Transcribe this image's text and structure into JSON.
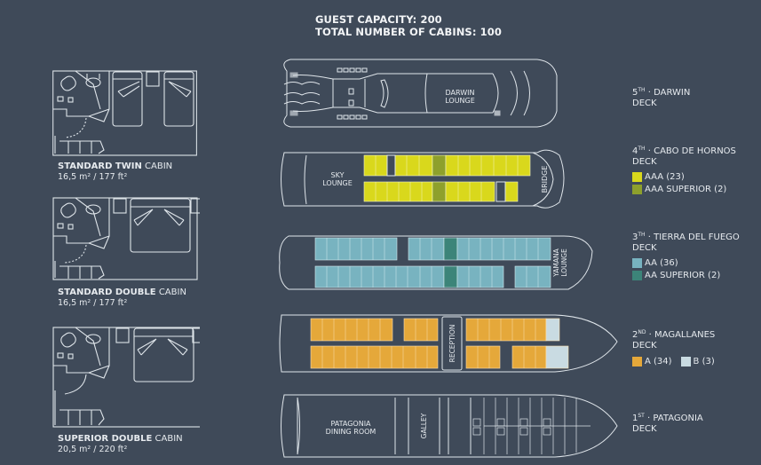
{
  "header": {
    "guest_capacity": "GUEST CAPACITY: 200",
    "total_cabins": "TOTAL NUMBER OF CABINS: 100"
  },
  "colors": {
    "background": "#3f4a59",
    "line": "#dfe5ea",
    "aaa": "#d9d81c",
    "aaa_superior": "#8ea02c",
    "aa": "#78b3c0",
    "aa_superior": "#3c8479",
    "a": "#e5a83a",
    "b": "#c9dbe2"
  },
  "cabins": [
    {
      "type_bold": "STANDARD TWIN",
      "type_suffix": "CABIN",
      "size": "16,5 m² / 177 ft²"
    },
    {
      "type_bold": "STANDARD DOUBLE",
      "type_suffix": "CABIN",
      "size": "16,5 m² / 177 ft²"
    },
    {
      "type_bold": "SUPERIOR DOUBLE",
      "type_suffix": "CABIN",
      "size": "20,5 m² / 220 ft²"
    }
  ],
  "decks": [
    {
      "ordinal": "5",
      "ordinal_suffix": "TH",
      "name": "DARWIN",
      "deck_word": "DECK",
      "rooms": [
        "DARWIN",
        "LOUNGE"
      ],
      "legend": []
    },
    {
      "ordinal": "4",
      "ordinal_suffix": "TH",
      "name": "CABO DE HORNOS",
      "deck_word": "DECK",
      "rooms": [
        "SKY",
        "LOUNGE",
        "BRIDGE"
      ],
      "legend": [
        {
          "label": "AAA (23)",
          "color": "#d9d81c"
        },
        {
          "label": "AAA SUPERIOR (2)",
          "color": "#8ea02c"
        }
      ]
    },
    {
      "ordinal": "3",
      "ordinal_suffix": "TH",
      "name": "TIERRA DEL FUEGO",
      "deck_word": "DECK",
      "rooms": [
        "YAMANA",
        "LOUNGE"
      ],
      "legend": [
        {
          "label": "AA (36)",
          "color": "#78b3c0"
        },
        {
          "label": "AA SUPERIOR (2)",
          "color": "#3c8479"
        }
      ]
    },
    {
      "ordinal": "2",
      "ordinal_suffix": "ND",
      "name": "MAGALLANES",
      "deck_word": "DECK",
      "rooms": [
        "RECEPTION"
      ],
      "legend": [
        {
          "label": "A (34)",
          "color": "#e5a83a"
        },
        {
          "label": "B (3)",
          "color": "#c9dbe2"
        }
      ]
    },
    {
      "ordinal": "1",
      "ordinal_suffix": "ST",
      "name": "PATAGONIA",
      "deck_word": "DECK",
      "rooms": [
        "PATAGONIA",
        "DINING ROOM",
        "GALLEY"
      ],
      "legend": []
    }
  ]
}
